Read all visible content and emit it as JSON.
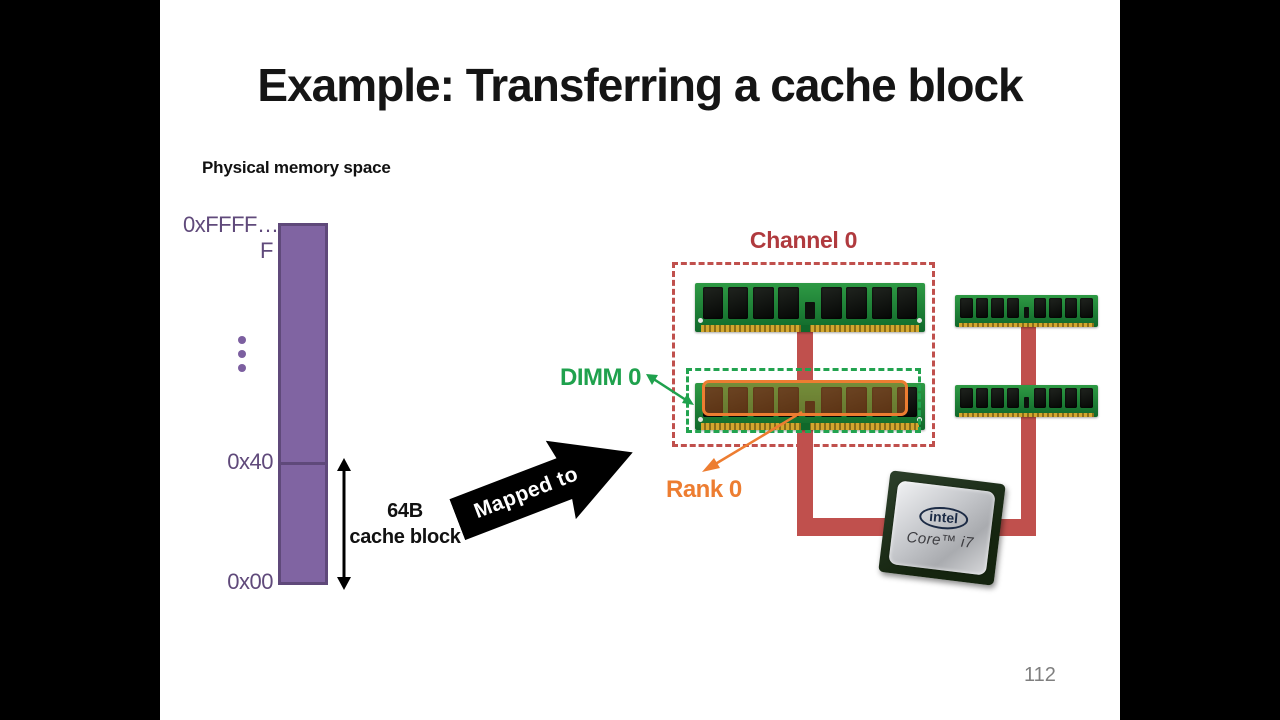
{
  "slide": {
    "title": "Example: Transferring a cache block",
    "page_number": "112"
  },
  "memory": {
    "section_label": "Physical memory space",
    "addr_top": "0xFFFF…F",
    "addr_mid": "0x40",
    "addr_bottom": "0x00",
    "ellipsis_dots": "⋮",
    "block_line1": "64B",
    "block_line2": "cache block"
  },
  "arrow": {
    "mapped_to": "Mapped to"
  },
  "dram": {
    "channel_label": "Channel 0",
    "dimm_label": "DIMM 0",
    "rank_label": "Rank 0"
  },
  "cpu": {
    "brand": "intel",
    "model": "Core™ i7"
  },
  "colors": {
    "purple_fill": "#8064A2",
    "purple_dark": "#5F497A",
    "purple_text": "#604A7B",
    "bus_red": "#C0504D",
    "channel_text_red": "#B03A3E",
    "dimm_green": "#1FA14D",
    "rank_orange": "#ED7D31",
    "page_gray": "#7F7F7F"
  }
}
